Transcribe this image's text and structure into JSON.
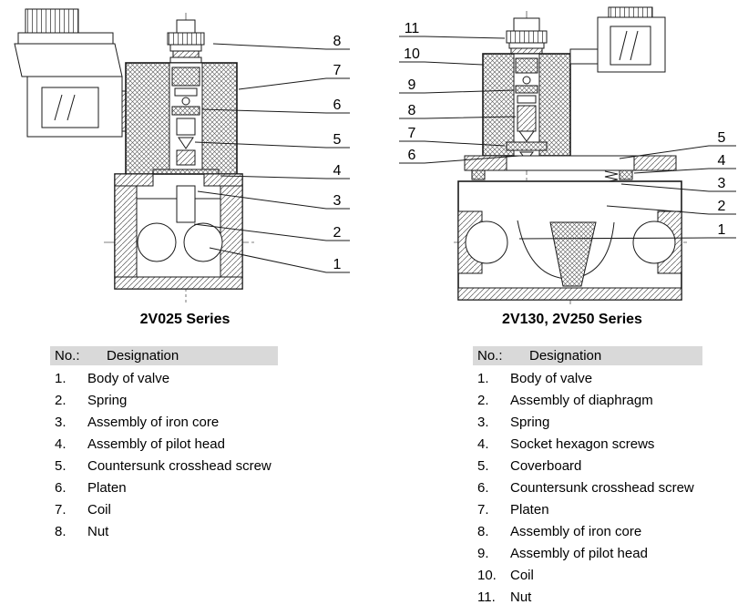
{
  "left_figure": {
    "title": "2V025 Series",
    "callouts": [
      "8",
      "7",
      "6",
      "5",
      "4",
      "3",
      "2",
      "1"
    ],
    "table": {
      "header_no": "No.:",
      "header_designation": "Designation",
      "rows": [
        {
          "no": "1.",
          "designation": "Body of valve"
        },
        {
          "no": "2.",
          "designation": "Spring"
        },
        {
          "no": "3.",
          "designation": "Assembly of iron core"
        },
        {
          "no": "4.",
          "designation": "Assembly of pilot head"
        },
        {
          "no": "5.",
          "designation": "Countersunk crosshead screw"
        },
        {
          "no": "6.",
          "designation": "Platen"
        },
        {
          "no": "7.",
          "designation": "Coil"
        },
        {
          "no": "8.",
          "designation": "Nut"
        }
      ]
    }
  },
  "right_figure": {
    "title": "2V130, 2V250 Series",
    "callouts_left": [
      "11",
      "10",
      "9",
      "8",
      "7",
      "6"
    ],
    "callouts_right": [
      "5",
      "4",
      "3",
      "2",
      "1"
    ],
    "table": {
      "header_no": "No.:",
      "header_designation": "Designation",
      "rows": [
        {
          "no": "1.",
          "designation": "Body of valve"
        },
        {
          "no": "2.",
          "designation": "Assembly of diaphragm"
        },
        {
          "no": "3.",
          "designation": "Spring"
        },
        {
          "no": "4.",
          "designation": "Socket hexagon screws"
        },
        {
          "no": "5.",
          "designation": "Coverboard"
        },
        {
          "no": "6.",
          "designation": "Countersunk crosshead screw"
        },
        {
          "no": "7.",
          "designation": "Platen"
        },
        {
          "no": "8.",
          "designation": "Assembly of iron core"
        },
        {
          "no": "9.",
          "designation": "Assembly of pilot head"
        },
        {
          "no": "10.",
          "designation": "Coil"
        },
        {
          "no": "11.",
          "designation": "Nut"
        }
      ]
    }
  },
  "colors": {
    "line": "#1a1a1a",
    "header_bg": "#d9d9d9"
  }
}
